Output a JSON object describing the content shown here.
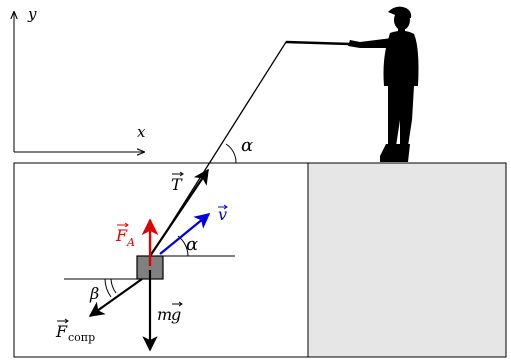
{
  "axes": {
    "y_label": "y",
    "x_label": "x"
  },
  "angles": {
    "line_angle": "α",
    "velocity_angle": "α",
    "drag_angle": "β"
  },
  "forces": {
    "tension": "T",
    "archimedes": {
      "symbol": "F",
      "subscript": "A",
      "color": "#e00000"
    },
    "velocity": {
      "symbol": "v",
      "color": "#0000dd"
    },
    "gravity": {
      "prefix": "m",
      "symbol": "g"
    },
    "drag": {
      "symbol": "F",
      "subscript": "сопр"
    }
  },
  "colors": {
    "ink": "#000000",
    "shore": "#e6e6e6",
    "block": "#808080"
  },
  "scene": {
    "water_region": "water",
    "shore_region": "shore",
    "figure": "fisherman"
  }
}
